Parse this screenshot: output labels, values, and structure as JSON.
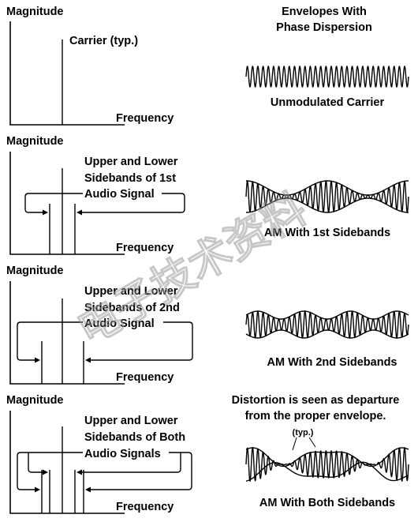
{
  "heading": {
    "line1": "Envelopes With",
    "line2": "Phase Dispersion"
  },
  "panels": [
    {
      "ylabel": "Magnitude",
      "xlabel": "Frequency",
      "annotation": [
        "Carrier (typ.)"
      ],
      "waveform_caption": "Unmodulated Carrier"
    },
    {
      "ylabel": "Magnitude",
      "xlabel": "Frequency",
      "annotation": [
        "Upper and Lower",
        "Sidebands of 1st",
        "Audio Signal"
      ],
      "waveform_caption": "AM With 1st Sidebands"
    },
    {
      "ylabel": "Magnitude",
      "xlabel": "Frequency",
      "annotation": [
        "Upper and Lower",
        "Sidebands of 2nd",
        "Audio Signal"
      ],
      "waveform_caption": "AM With 2nd Sidebands"
    },
    {
      "ylabel": "Magnitude",
      "xlabel": "Frequency",
      "annotation": [
        "Upper and Lower",
        "Sidebands of Both",
        "Audio Signals"
      ],
      "waveform_caption": "AM With Both Sidebands"
    }
  ],
  "distortion_note": {
    "line1": "Distortion is seen as departure",
    "line2": "from the proper envelope."
  },
  "typ_label": "(typ.)",
  "watermark": "电子技术资料"
}
